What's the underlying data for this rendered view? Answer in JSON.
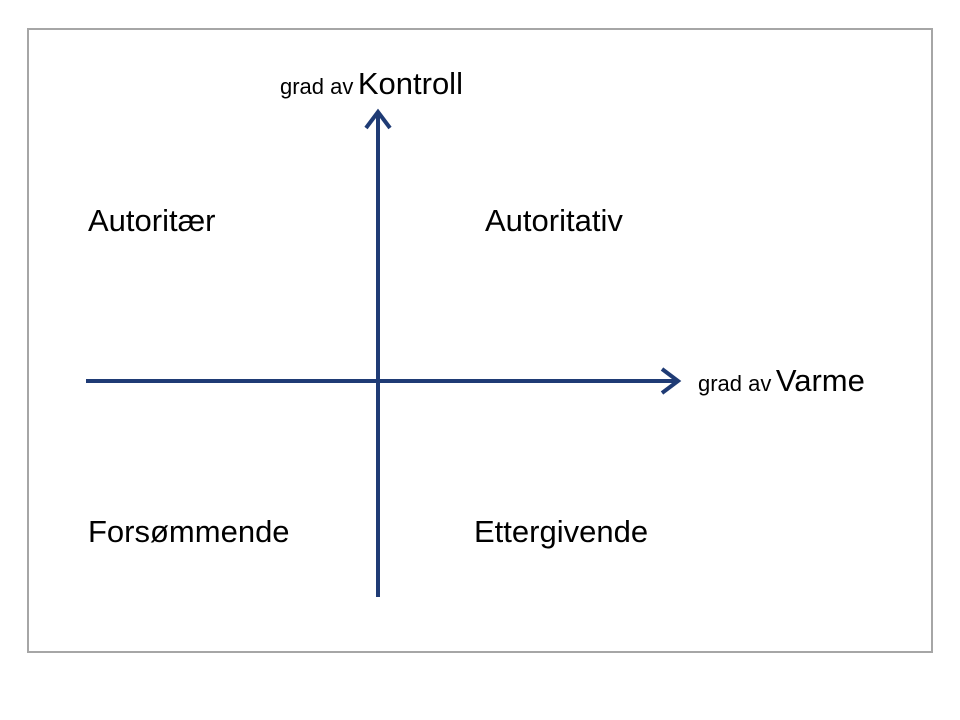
{
  "diagram": {
    "y_axis": {
      "prefix": "grad av",
      "name": "Kontroll"
    },
    "x_axis": {
      "prefix": "grad av",
      "name": "Varme"
    },
    "quadrants": {
      "top_left": "Autoritær",
      "top_right": "Autoritativ",
      "bottom_left": "Forsømmende",
      "bottom_right": "Ettergivende"
    },
    "colors": {
      "axis": "#1f3b75",
      "frame": "#a6a6a6",
      "text": "#000000"
    }
  }
}
